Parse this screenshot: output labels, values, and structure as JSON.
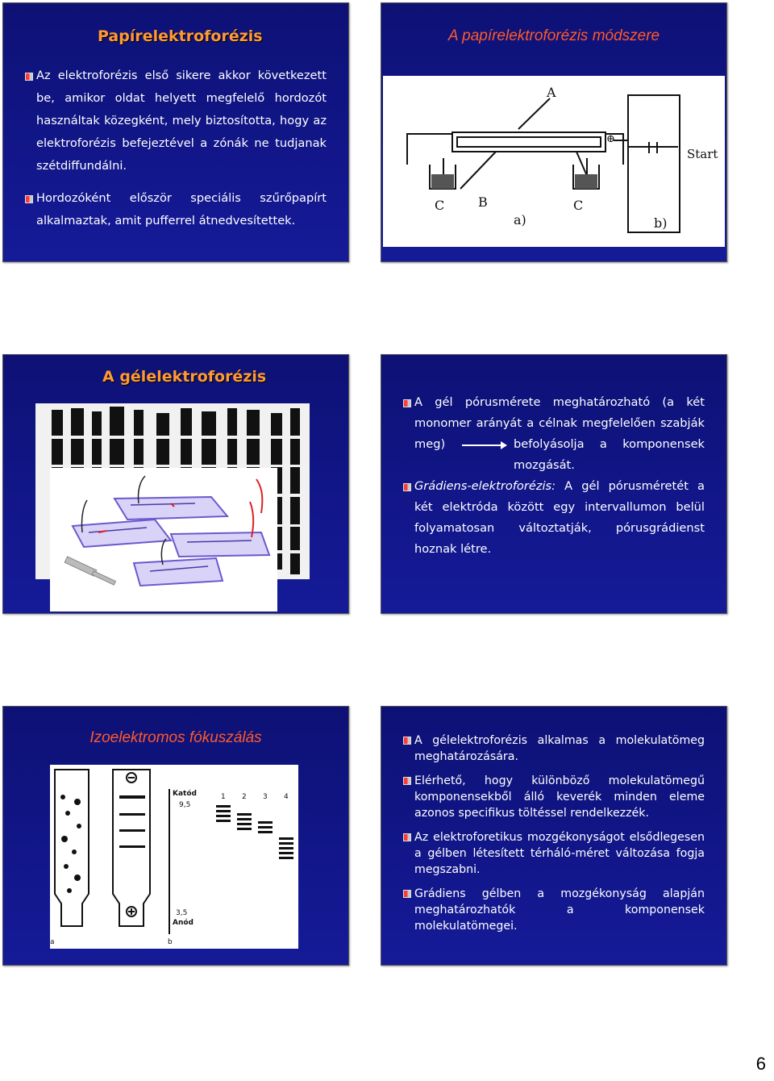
{
  "slide1": {
    "title": "Papírelektroforézis",
    "p1": "Az elektroforézis első sikere akkor következett be, amikor oldat helyett megfelelő hordozót használtak közegként, mely biztosította, hogy az elektroforézis befejeztével a zónák ne tudjanak szétdiffundálni.",
    "p2": "Hordozóként először speciális szűrőpapírt alkalmaztak, amit pufferrel átnedvesítettek."
  },
  "slide2": {
    "title": "A papírelektroforézis módszere",
    "labels": {
      "a": "A",
      "c1": "C",
      "b": "B",
      "c2": "C",
      "pa": "a)",
      "pb": "b)",
      "start": "Start",
      "plus": "⊕"
    }
  },
  "slide3": {
    "title": "A gélelektroforézis"
  },
  "slide4": {
    "p1": "A gél pórusmérete meghatározható (a két monomer arányát a célnak megfelelően szabják meg)",
    "p1b": "befolyásolja a komponensek mozgását.",
    "p2_ital": "Grádiens-elektroforézis:",
    "p2": " A gél pórusméretét a két elektróda között egy intervallumon belül folyamatosan változtatják, pórusgrádienst hoznak létre."
  },
  "slide5": {
    "title": "Izoelektromos fókuszálás",
    "labels": {
      "katod": "Katód",
      "v95": "9,5",
      "v35": "3,5",
      "anod": "Anód",
      "b": "b",
      "a": "a",
      "n1": "1",
      "n2": "2",
      "n3": "3",
      "n4": "4"
    }
  },
  "slide6": {
    "p1": "A gélelektroforézis alkalmas a molekulatömeg meghatározására.",
    "p2": "Elérhető, hogy különböző molekulatömegű komponensekből álló keverék minden eleme azonos specifikus töltéssel rendelkezzék.",
    "p3": "Az elektroforetikus mozgékonyságot elsődlegesen a gélben létesített térháló-méret változása fogja megszabni.",
    "p4": "Grádiens gélben a mozgékonyság alapján meghatározhatók a komponensek molekulatömegei."
  },
  "page_number": "6"
}
